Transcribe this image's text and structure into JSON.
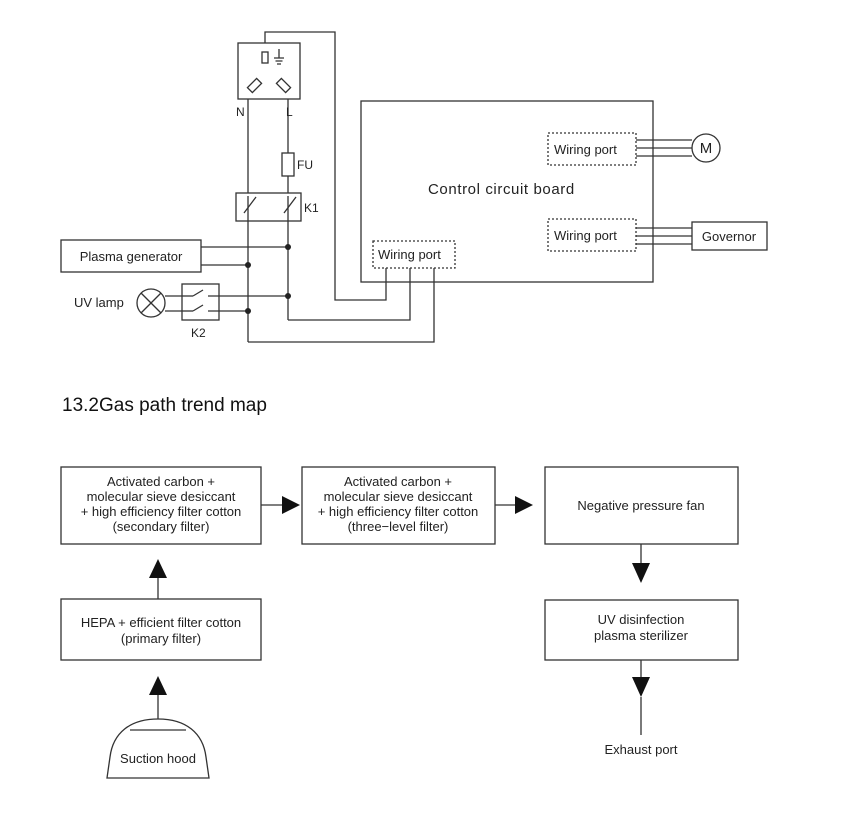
{
  "wiring_diagram": {
    "socket_labels": {
      "neutral": "N",
      "live": "L"
    },
    "fuse_label": "FU",
    "switch1_label": "K1",
    "switch2_label": "K2",
    "control_board_label": "Control circuit board",
    "wiring_port_left": "Wiring port",
    "wiring_port_motor": "Wiring port",
    "wiring_port_governor": "Wiring port",
    "motor_symbol": "M",
    "governor_label": "Governor",
    "plasma_generator_label": "Plasma generator",
    "uv_lamp_label": "UV lamp"
  },
  "section_title": "13.2Gas path trend map",
  "gas_path": {
    "secondary_filter": [
      "Activated carbon +",
      "molecular sieve desiccant",
      "+ high efficiency filter cotton",
      "(secondary filter)"
    ],
    "three_level_filter": [
      "Activated carbon +",
      "molecular sieve desiccant",
      "+ high efficiency filter cotton",
      "(three−level filter)"
    ],
    "fan": [
      "Negative pressure fan"
    ],
    "primary_filter": [
      "HEPA + efficient filter cotton",
      "(primary filter)"
    ],
    "uv_sterilizer": [
      "UV  disinfection",
      "plasma sterilizer"
    ],
    "suction_hood": "Suction hood",
    "exhaust_port": "Exhaust port"
  }
}
